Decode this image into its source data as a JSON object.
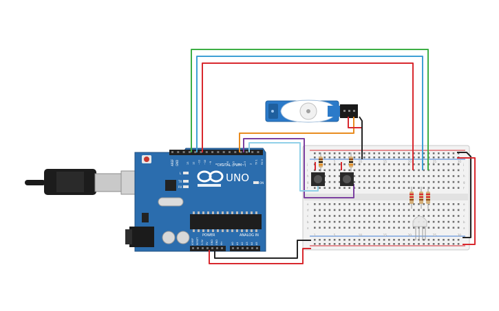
{
  "arduino": {
    "logo_text": "UNO",
    "digital_label": "DIGITAL (PWM~)",
    "power_label": "POWER",
    "analog_label": "ANALOG IN",
    "tx_label": "TX",
    "rx_label": "RX",
    "l_label": "L",
    "on_label": "ON",
    "aref_label": "AREF",
    "gnd_label": "GND",
    "digital_pins": [
      "13",
      "12",
      "~11",
      "~10",
      "~9",
      "8",
      "7",
      "~6",
      "~5",
      "4",
      "~3",
      "2",
      "TX 1",
      "RX 0"
    ],
    "power_pins": [
      "IOREF",
      "RESET",
      "3.3V",
      "5V",
      "GND",
      "GND",
      "Vin"
    ],
    "analog_pins": [
      "A0",
      "A1",
      "A2",
      "A3",
      "A4",
      "A5"
    ]
  },
  "breadboard": {
    "row_letters_top": [
      "j",
      "i",
      "h",
      "g",
      "f"
    ],
    "row_letters_bottom": [
      "e",
      "d",
      "c",
      "b",
      "a"
    ],
    "column_numbers": [
      "1",
      "5",
      "10",
      "15",
      "20",
      "25",
      "30"
    ]
  },
  "colors": {
    "board": "#2b6dae",
    "board_dark": "#1f4f80",
    "wire_green": "#3cae44",
    "wire_blue": "#3e9fd4",
    "wire_red": "#d8272d",
    "wire_orange": "#e88b1e",
    "wire_purple": "#7b3fa0",
    "wire_cyan": "#8fd0e8",
    "wire_black": "#222222",
    "servo": "#2b7ac9"
  }
}
